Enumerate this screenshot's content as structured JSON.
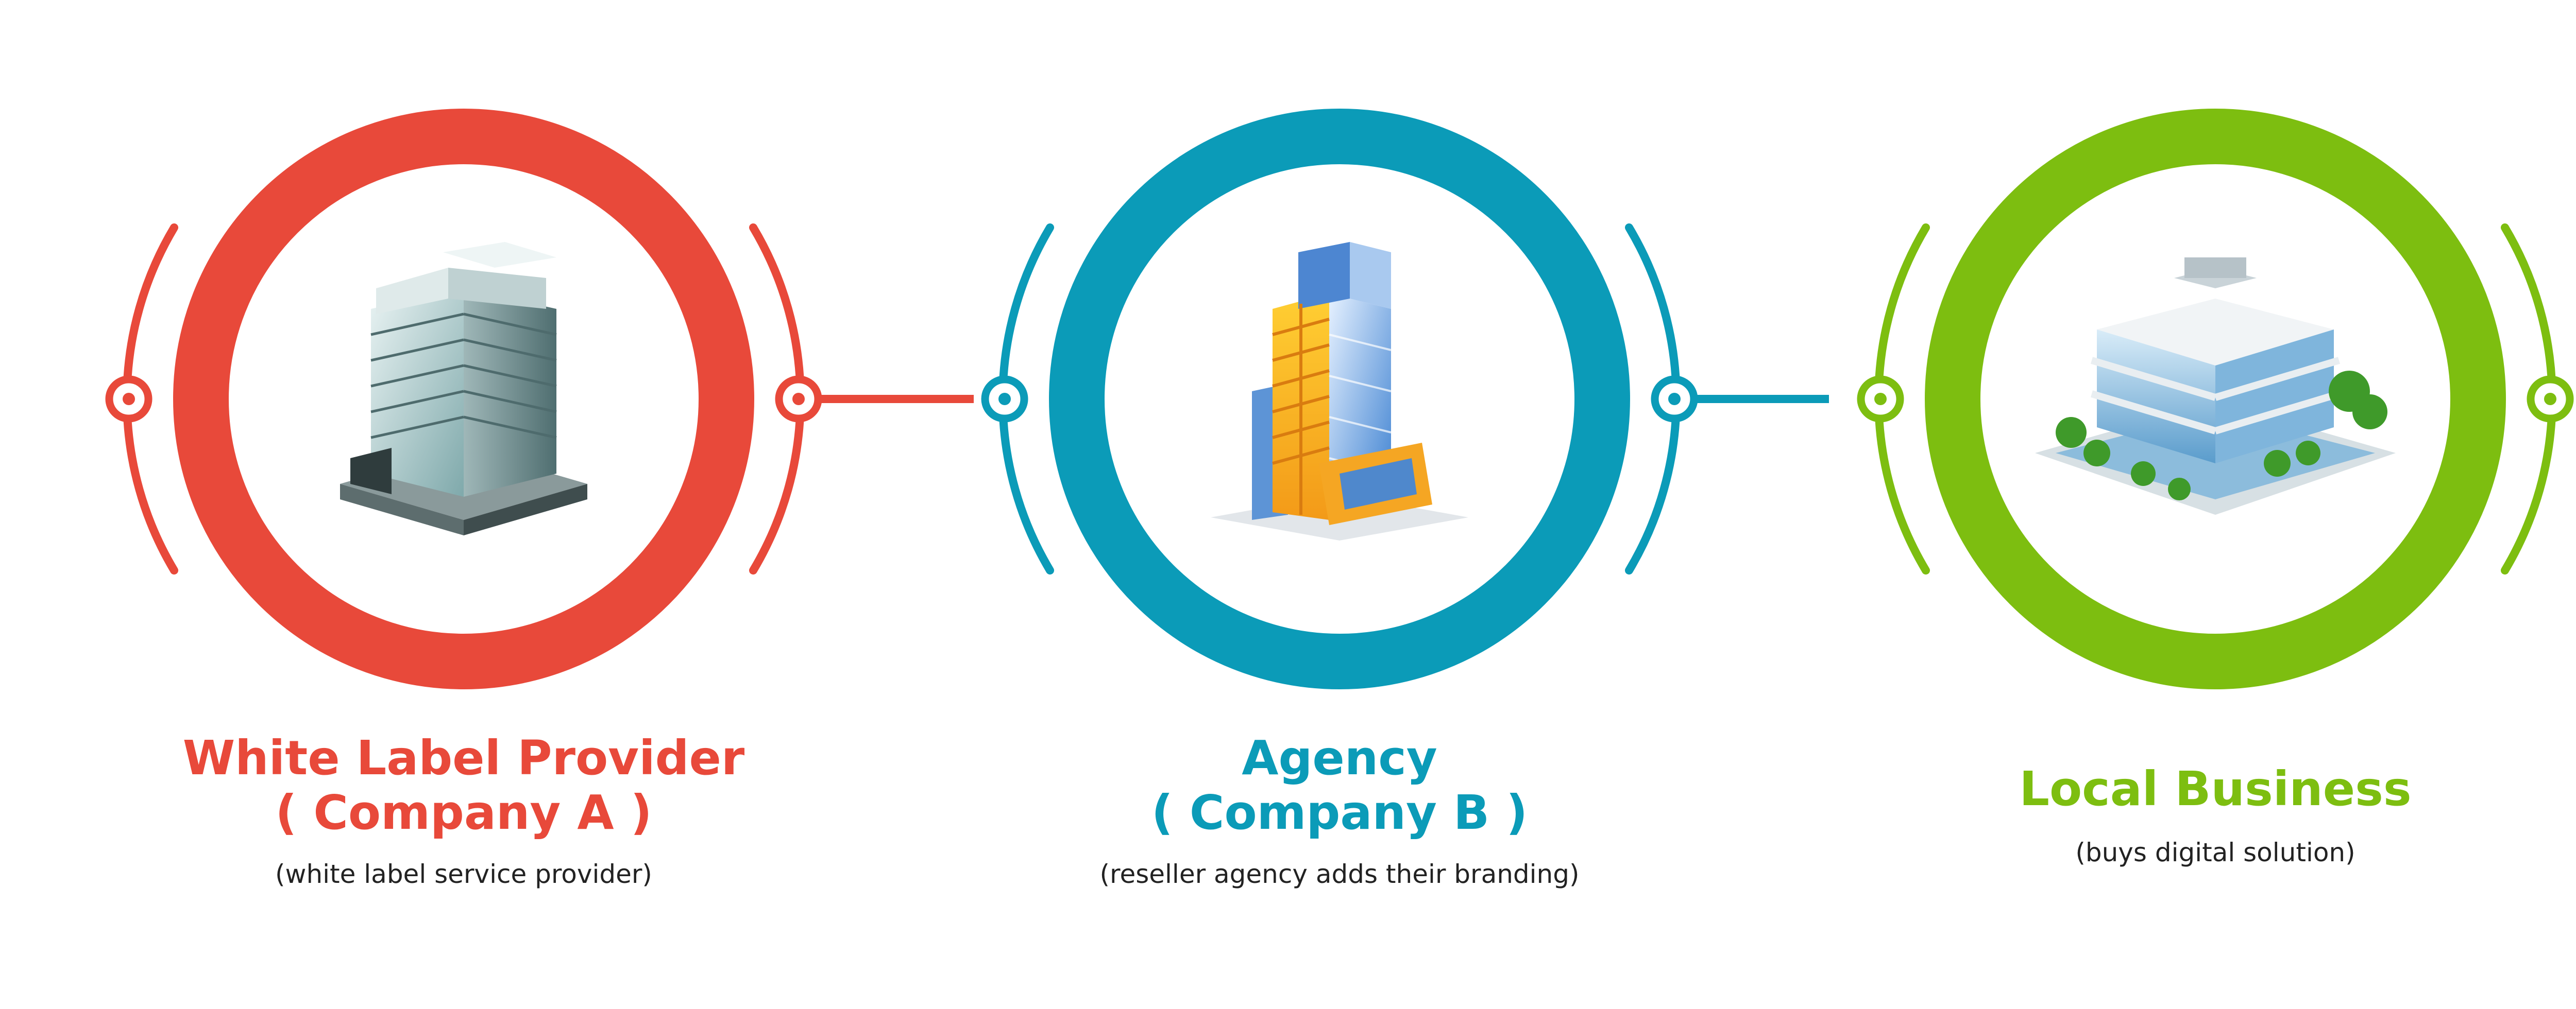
{
  "colors": {
    "provider": "#E8493A",
    "agency": "#0B9BB8",
    "business": "#7DBE10",
    "text_dark": "#222222"
  },
  "stages": [
    {
      "id": "provider",
      "icon": "office-tower-building-icon",
      "title_line1": "White Label Provider",
      "title_line2": "( Company A )",
      "description": "(white label service provider)"
    },
    {
      "id": "agency",
      "icon": "orange-glass-skyscraper-icon",
      "title_line1": "Agency",
      "title_line2": "( Company B )",
      "description": "(reseller agency adds their branding)"
    },
    {
      "id": "business",
      "icon": "modern-office-building-with-trees-icon",
      "title_line1": "Local Business",
      "title_line2": "",
      "description": "(buys digital solution)"
    }
  ]
}
